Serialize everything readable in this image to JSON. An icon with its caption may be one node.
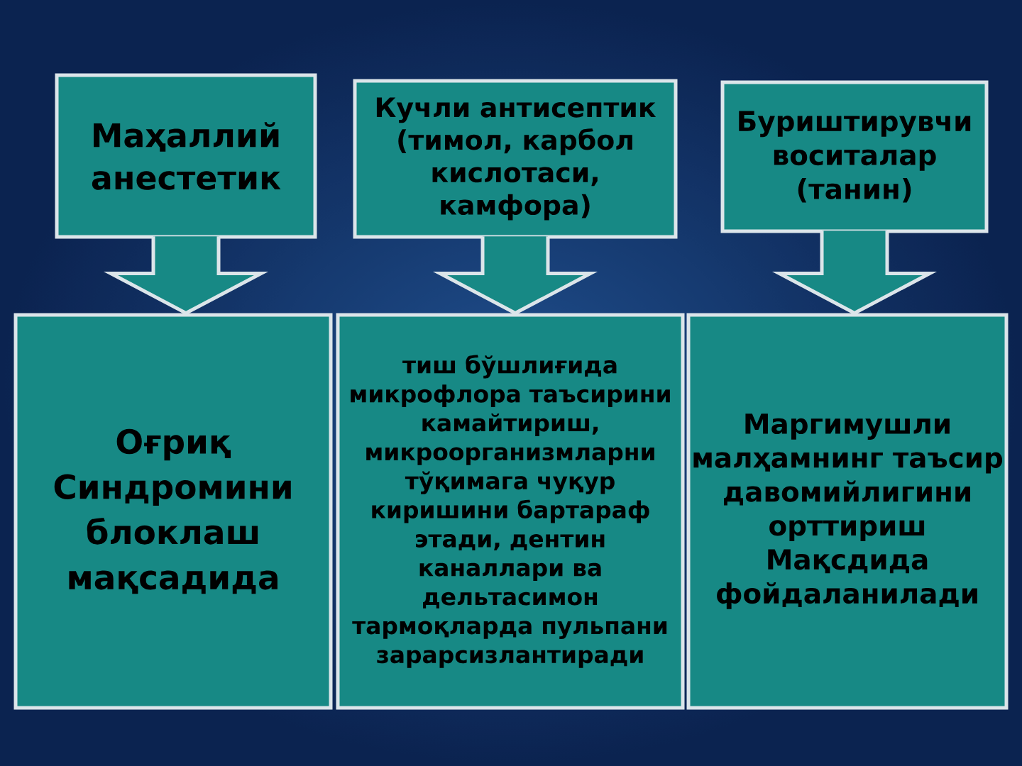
{
  "diagram": {
    "nodes": [
      {
        "text": [
          "Маҳаллий анестетик"
        ]
      },
      {
        "text": [
          "Кучли антисептик (тимол, карбол кислотаси, камфора)"
        ]
      },
      {
        "text": [
          "Буриштирувчи воситалар (танин)"
        ]
      },
      {
        "text": [
          "Оғриқ Синдромини блоклаш мақсадида"
        ]
      },
      {
        "text": [
          "тиш бўшлиғида микрофлора таъсирини камайтириш, микроорганизмларни тўқимага чуқур киришини бартараф этади, дентин каналлари ва дельтасимон тармоқларда пульпани зарарсизлантиради"
        ]
      },
      {
        "text": [
          "Маргимушли малҳамнинг таъсир давомийлигини орттириш Мақсдида фойдаланилади"
        ]
      }
    ],
    "edges": [
      {
        "from": 0,
        "to": 3,
        "arrow": "to"
      },
      {
        "from": 1,
        "to": 4,
        "arrow": "to"
      },
      {
        "from": 2,
        "to": 5,
        "arrow": "to"
      }
    ]
  }
}
